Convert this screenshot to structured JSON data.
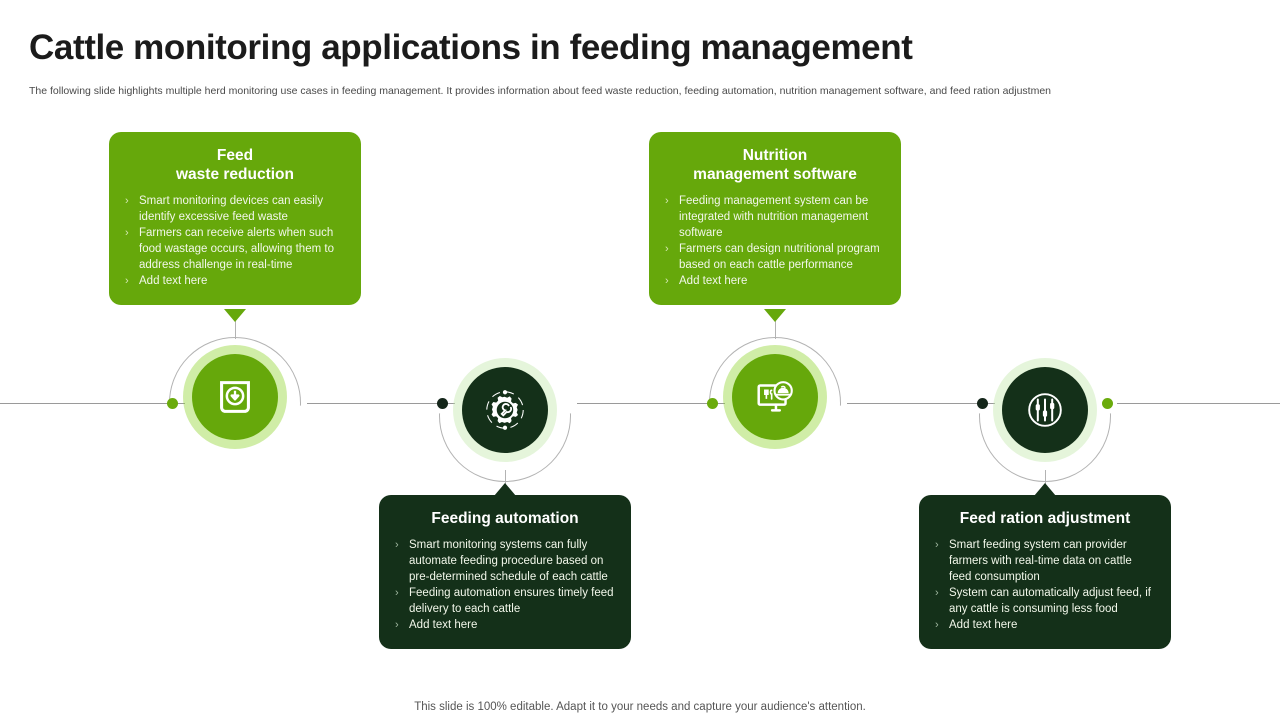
{
  "slide": {
    "title": "Cattle monitoring applications in feeding management",
    "subtitle": "The following slide highlights multiple herd monitoring use cases in feeding management. It provides information about feed waste reduction, feeding automation, nutrition management software, and feed ration adjustmen",
    "footer": "This slide is 100% editable. Adapt it to your needs and capture your audience's attention."
  },
  "colors": {
    "light_green": "#66a80b",
    "dark_green": "#143019",
    "glow_light": "#96d63c",
    "glow_dark": "#c6e8b0",
    "axis_gray": "#9a9a9a",
    "title_black": "#1b1b1b"
  },
  "bullet_glyph": "›",
  "cards": [
    {
      "id": "feed-waste-reduction",
      "title_line1": "Feed",
      "title_line2": "waste reduction",
      "theme": "light",
      "icon": "feed-waste-box-icon",
      "bullets": [
        "Smart monitoring  devices  can easily identify  excessive  feed  waste",
        "Farmers  can receive  alerts when such food  wastage  occurs, allowing them to address  challenge  in real-time",
        "Add text here"
      ]
    },
    {
      "id": "nutrition-management-software",
      "title_line1": "Nutrition",
      "title_line2": "management software",
      "theme": "light",
      "icon": "nutrition-monitor-icon",
      "bullets": [
        "Feeding  management  system can be integrated  with nutrition management  software",
        "Farmers  can design  nutritional program  based  on each cattle performance",
        "Add text here"
      ]
    },
    {
      "id": "feeding-automation",
      "title_line1": "Feeding automation",
      "title_line2": "",
      "theme": "dark",
      "icon": "gear-wrench-icon",
      "bullets": [
        "Smart  monitoring  systems can fully automate  feeding  procedure based  on pre-determined  schedule of each cattle",
        "Feeding  automation  ensures  timely feed  delivery  to each cattle",
        "Add text here"
      ]
    },
    {
      "id": "feed-ration-adjustment",
      "title_line1": "Feed ration  adjustment",
      "title_line2": "",
      "theme": "dark",
      "icon": "slider-controls-icon",
      "bullets": [
        "Smart feeding  system can provider  farmers  with real-time data on  cattle feed  consumption",
        "System can automatically adjust feed, if any cattle is consuming less food",
        "Add text here"
      ]
    }
  ]
}
